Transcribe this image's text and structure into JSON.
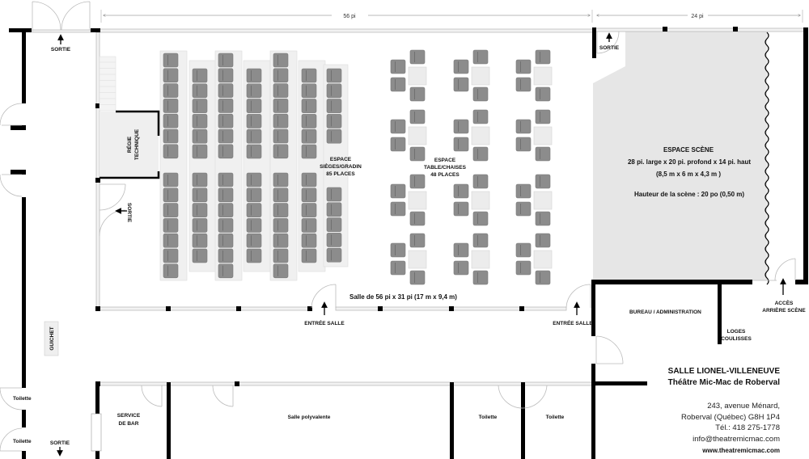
{
  "dimensions": {
    "hall_width": "56 pi",
    "stage_width": "24 pi"
  },
  "labels": {
    "sortie": "SORTIE",
    "regie_line1": "RÉGIE",
    "regie_line2": "TECHNIQUE",
    "gradin_line1": "ESPACE",
    "gradin_line2": "SIÈGES/GRADIN",
    "gradin_line3": "85 PLACES",
    "tables_line1": "ESPACE",
    "tables_line2": "TABLE/CHAISES",
    "tables_line3": "48 PLACES",
    "salle_size": "Salle de 56 pi x 31 pi (17 m x 9,4 m)",
    "entree_salle": "ENTRÉE SALLE",
    "guichet": "GUICHET",
    "toilette": "Toilette",
    "service_bar_line1": "SERVICE",
    "service_bar_line2": "DE BAR",
    "salle_polyvalente": "Salle polyvalente",
    "bureau": "BUREAU / ADMINISTRATION",
    "loges_line1": "LOGES",
    "loges_line2": "COULISSES",
    "acces_line1": "ACCÈS",
    "acces_line2": "ARRIÈRE SCÈNE"
  },
  "stage": {
    "title": "ESPACE SCÈNE",
    "size_imperial": "28 pi. large x 20 pi. profond x 14 pi. haut",
    "size_metric": "(8,5 m x 6 m  x 4,3 m )",
    "height": "Hauteur de la scène :  20 po (0,50 m)"
  },
  "venue": {
    "name": "SALLE LIONEL-VILLENEUVE",
    "theatre": "Théâtre Mic-Mac de Roberval",
    "address1": "243, avenue Ménard,",
    "address2": "Roberval (Québec) G8H 1P4",
    "phone": "Tél.: 418 275-1778",
    "email": "info@theatremicmac.com",
    "website": "www.theatremicmac.com"
  },
  "colors": {
    "wall": "#000000",
    "stage": "#e6e6e6",
    "seat": "#8c8c8c",
    "table": "#ececec"
  }
}
